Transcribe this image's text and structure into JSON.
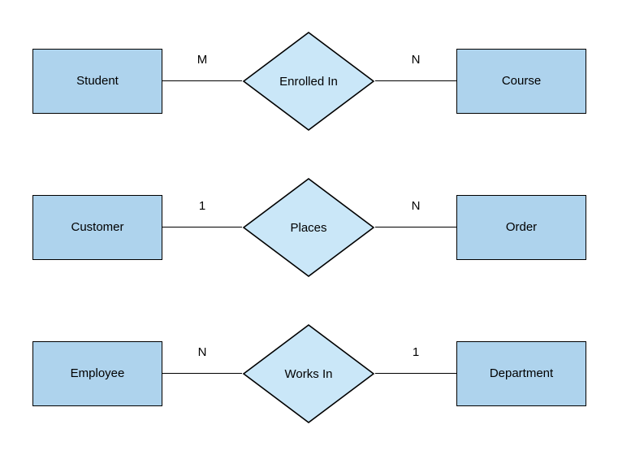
{
  "diagram": {
    "type": "entity-relationship",
    "colors": {
      "entity_fill": "#AED3ED",
      "relationship_fill": "#CAE7F8",
      "border": "#000000",
      "text": "#000000",
      "background": "#FFFFFF"
    },
    "rows": [
      {
        "left_entity": "Student",
        "left_cardinality": "M",
        "relationship": "Enrolled In",
        "right_cardinality": "N",
        "right_entity": "Course"
      },
      {
        "left_entity": "Customer",
        "left_cardinality": "1",
        "relationship": "Places",
        "right_cardinality": "N",
        "right_entity": "Order"
      },
      {
        "left_entity": "Employee",
        "left_cardinality": "N",
        "relationship": "Works In",
        "right_cardinality": "1",
        "right_entity": "Department"
      }
    ]
  }
}
